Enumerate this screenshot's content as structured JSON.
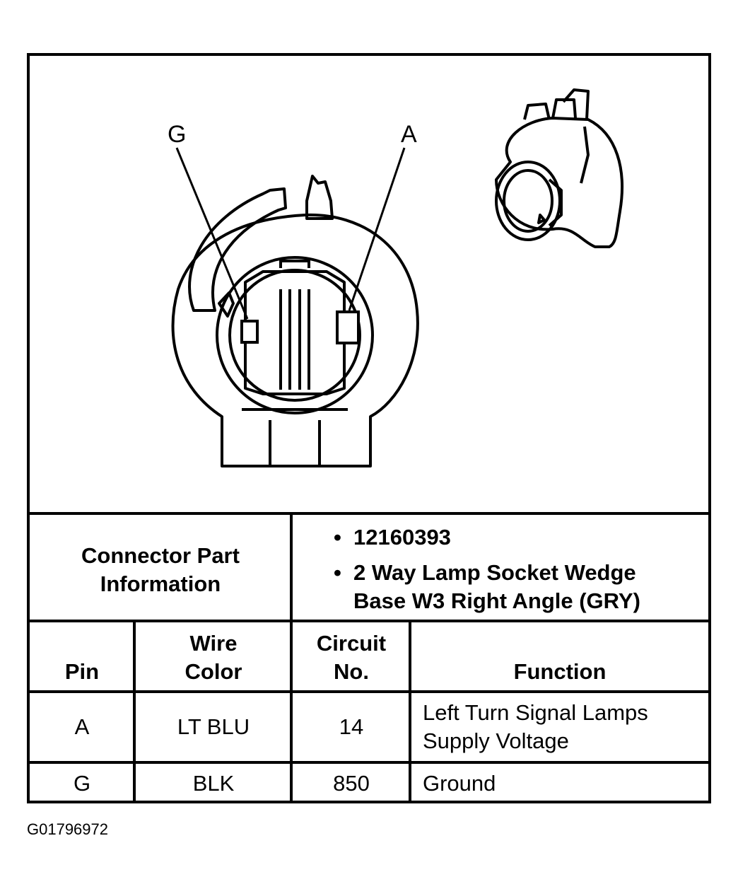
{
  "diagram": {
    "pin_labels": {
      "left": "G",
      "right": "A"
    }
  },
  "connector_info": {
    "label": "Connector Part Information",
    "items": [
      {
        "bullet": "•",
        "text_lines": [
          "12160393"
        ]
      },
      {
        "bullet": "•",
        "text_lines": [
          "2 Way Lamp Socket Wedge",
          "Base W3 Right Angle (GRY)"
        ]
      }
    ]
  },
  "table": {
    "headers": {
      "pin": "Pin",
      "wire_color": [
        "Wire",
        "Color"
      ],
      "circuit": [
        "Circuit",
        "No."
      ],
      "function": "Function"
    },
    "rows": [
      {
        "pin": "A",
        "wire_color": "LT BLU",
        "circuit": "14",
        "function": [
          "Left Turn Signal Lamps",
          "Supply Voltage"
        ]
      },
      {
        "pin": "G",
        "wire_color": "BLK",
        "circuit": "850",
        "function": [
          "Ground"
        ]
      }
    ]
  },
  "figure_id": "G01796972"
}
